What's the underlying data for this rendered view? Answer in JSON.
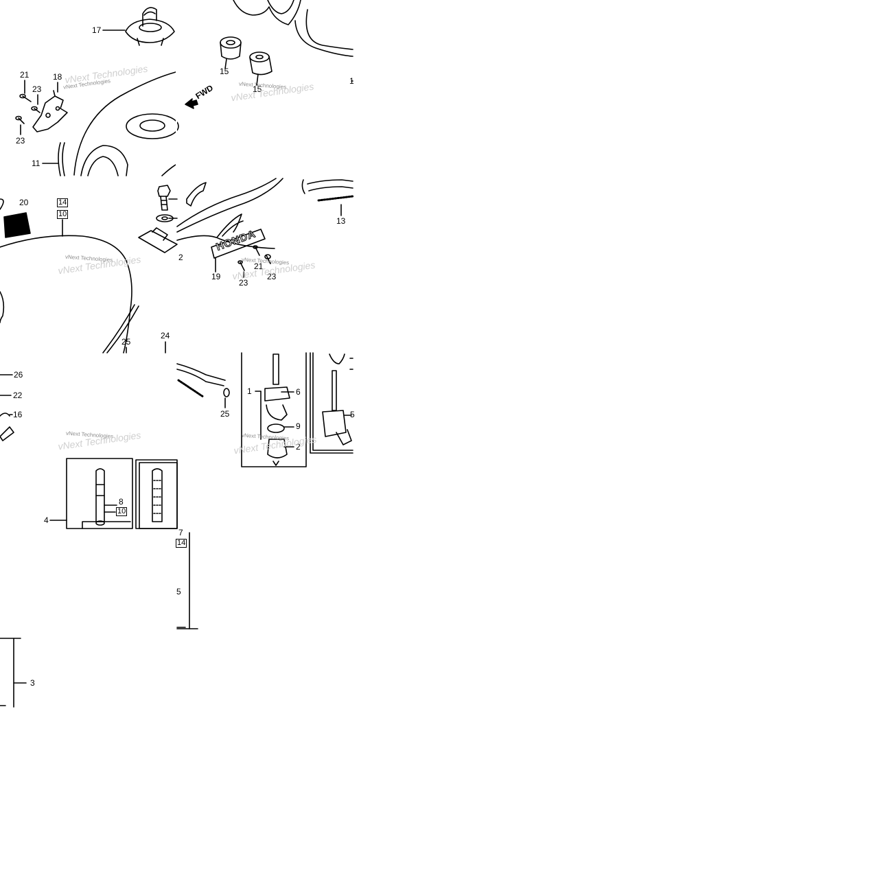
{
  "callouts": {
    "c17": "17",
    "c21": "21",
    "c18": "18",
    "c23a": "23",
    "c23b": "23",
    "c11": "11",
    "c15a": "15",
    "c15b": "15",
    "c1top": "1",
    "c20": "20",
    "c14": "14",
    "c10": "10",
    "c12": "2",
    "c13": "13",
    "c19": "19",
    "c21b": "21",
    "c23c": "23",
    "c23d": "23",
    "c25a": "25",
    "c24": "24",
    "c26": "26",
    "c22": "22",
    "c16": "16",
    "c25b": "25",
    "c1": "1",
    "c6": "6",
    "c9": "9",
    "c2": "2",
    "c5": "5",
    "c8": "8",
    "c10b": "10",
    "c4": "4",
    "c7": "7",
    "c14b": "14",
    "c5b": "5",
    "c3": "3"
  },
  "fwd_label": "FWD",
  "brand_label": "HONDA",
  "watermark": {
    "text": "vNext Technologies",
    "ghost": "vNext Technologies"
  }
}
